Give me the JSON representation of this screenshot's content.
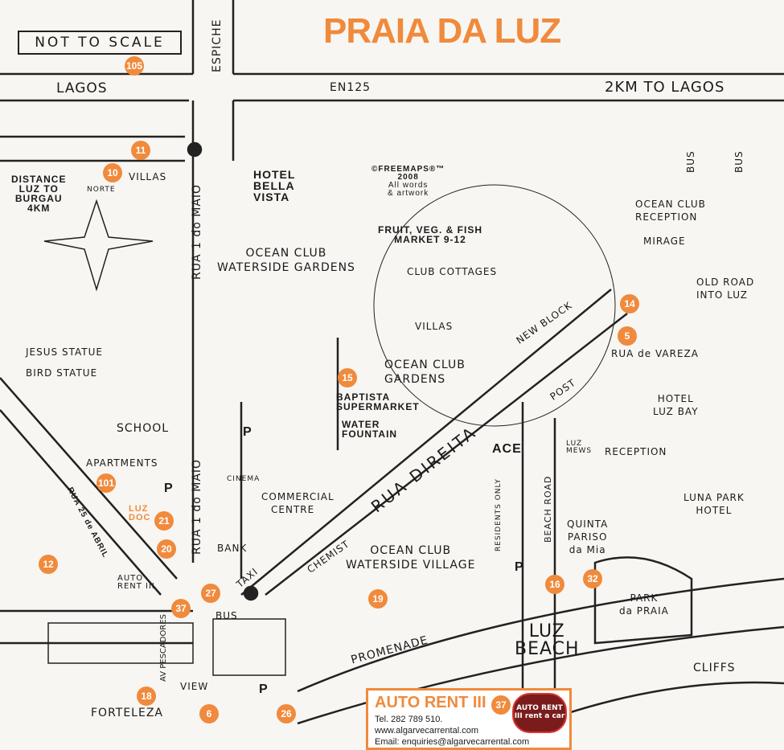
{
  "title": "PRAIA DA LUZ",
  "not_to_scale": "NOT TO SCALE",
  "copyright": [
    "©FREEMAPS®™",
    "2008",
    "All words",
    "& artwork"
  ],
  "labels": {
    "lagos": "LAGOS",
    "espiche": "ESPICHE",
    "en125": "EN125",
    "to_lagos": "2KM TO LAGOS",
    "distance": [
      "DISTANCE",
      "LUZ TO",
      "BURGAU",
      "4KM"
    ],
    "norte": "NORTE",
    "villas_w": "VILLAS",
    "hotel_bella_vista": [
      "HOTEL",
      "BELLA",
      "VISTA"
    ],
    "rua_1_maio_top": "RUA 1 do MAIO",
    "rua_1_maio_bottom": "RUA 1 do MAIO",
    "ocean_club_waterside_gardens": [
      "OCEAN CLUB",
      "WATERSIDE GARDENS"
    ],
    "market": [
      "FRUIT, VEG. & FISH",
      "MARKET 9-12"
    ],
    "club_cottages": "CLUB COTTAGES",
    "ocean_club_reception": [
      "OCEAN CLUB",
      "RECEPTION"
    ],
    "mirage": "MIRAGE",
    "old_road": [
      "OLD ROAD",
      "INTO LUZ"
    ],
    "bus1": "BUS",
    "bus2": "BUS",
    "new_block": "NEW BLOCK",
    "villas_c": "VILLAS",
    "ocean_club_gardens": [
      "OCEAN CLUB",
      "GARDENS"
    ],
    "rua_vareza": "RUA de VAREZA",
    "jesus_statue": "JESUS STATUE",
    "bird_statue": "BIRD STATUE",
    "baptista": [
      "BAPTISTA",
      "SUPERMARKET"
    ],
    "water_fountain": [
      "WATER",
      "FOUNTAIN"
    ],
    "post": "POST",
    "rua_direita": "RUA DIREITA",
    "hotel_luz_bay": [
      "HOTEL",
      "LUZ BAY"
    ],
    "school": "SCHOOL",
    "apartments": "APARTMENTS",
    "ace": "ACE",
    "luz_mews": [
      "LUZ",
      "MEWS"
    ],
    "reception": "RECEPTION",
    "rua_25_abril": "RUA 25 de ABRIL",
    "luz_doc": [
      "LUZ",
      "DOC"
    ],
    "cinema": "CINEMA",
    "commercial_centre": [
      "COMMERCIAL",
      "CENTRE"
    ],
    "residents_only": "RESIDENTS ONLY",
    "beach_road": "BEACH ROAD",
    "luna_park_hotel": [
      "LUNA PARK",
      "HOTEL"
    ],
    "quinta": [
      "QUINTA",
      "PARISO",
      "da Mia"
    ],
    "bank": "BANK",
    "taxi": "TAXI",
    "chemist": "CHEMIST",
    "ocean_club_waterside_village": [
      "OCEAN CLUB",
      "WATERSIDE VILLAGE"
    ],
    "auto_rent": [
      "AUTO",
      "RENT III"
    ],
    "park_da_praia": [
      "PARK",
      "da PRAIA"
    ],
    "bus3": "BUS",
    "promenade": "PROMENADE",
    "luz_beach": [
      "LUZ",
      "BEACH"
    ],
    "cliffs": "CLIFFS",
    "av_pescadores": "AV PESCADORES",
    "view": "VIEW",
    "forteleza": "FORTELEZA",
    "p": "P"
  },
  "markers": [
    "105",
    "11",
    "10",
    "15",
    "101",
    "21",
    "20",
    "12",
    "37",
    "27",
    "19",
    "18",
    "6",
    "26",
    "16",
    "32",
    "14",
    "5"
  ],
  "ad": {
    "name": "AUTO RENT III",
    "marker": "37",
    "tel": "Tel. 282 789 510.",
    "web": "www.algarvecarrental.com",
    "email": "Email: enquiries@algarvecarrental.com",
    "logo": "AUTO RENT III rent a car"
  },
  "colors": {
    "accent": "#f08a3c",
    "ink": "#1a1a1a"
  }
}
